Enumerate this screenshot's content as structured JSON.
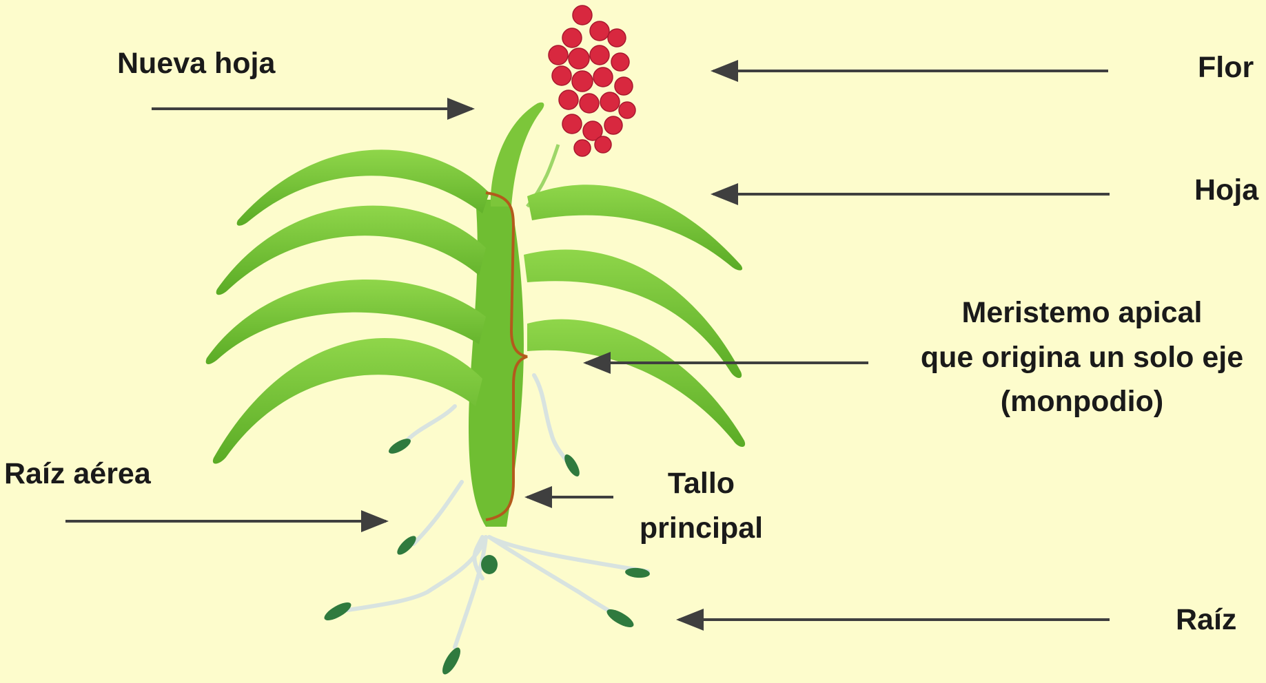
{
  "labels": {
    "nueva_hoja": "Nueva hoja",
    "flor": "Flor",
    "hoja": "Hoja",
    "meristemo": {
      "line1": "Meristemo apical",
      "line2": "que origina un solo eje",
      "line3": "(monpodio)"
    },
    "raiz_aerea": "Raíz aérea",
    "tallo": {
      "line1": "Tallo",
      "line2": "principal"
    },
    "raiz": "Raíz"
  },
  "colors": {
    "background": "#fdfccc",
    "leaf": "#7cc63a",
    "leaf_dark": "#4f9a22",
    "flower": "#d8283f",
    "stem_bracket": "#b35a1c",
    "root": "#d8e3e0",
    "root_tip": "#2f7a3e",
    "arrow": "#3f3f3f"
  }
}
